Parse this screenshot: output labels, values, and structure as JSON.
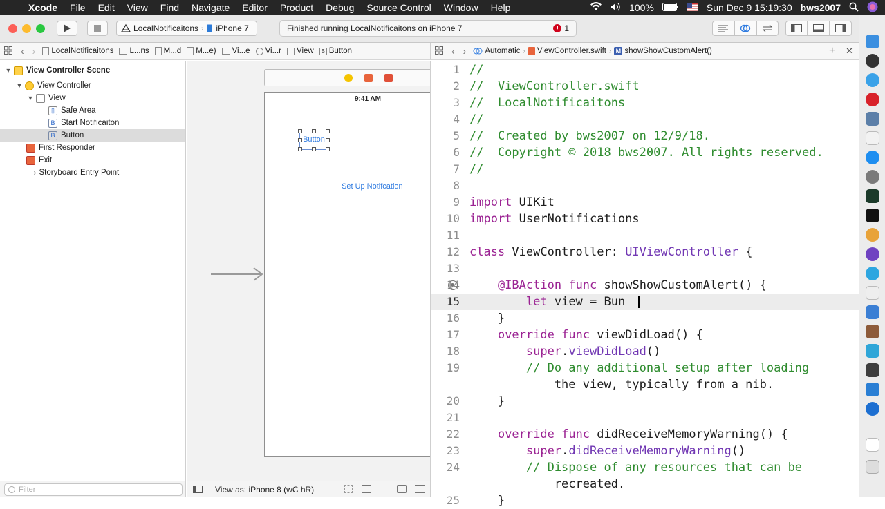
{
  "menubar": {
    "app": "Xcode",
    "items": [
      "File",
      "Edit",
      "View",
      "Find",
      "Navigate",
      "Editor",
      "Product",
      "Debug",
      "Source Control",
      "Window",
      "Help"
    ],
    "battery": "100%",
    "datetime": "Sun Dec 9  15:19:30",
    "user": "bws2007"
  },
  "toolbar": {
    "scheme_project": "LocalNotificaitons",
    "scheme_device": "iPhone 7",
    "activity": "Finished running LocalNotificaitons on iPhone 7",
    "error_count": "1"
  },
  "jumpbar_left": {
    "crumbs": [
      "LocalNotificaitons",
      "L...ns",
      "M...d",
      "M...e)",
      "Vi...e",
      "Vi...r",
      "View",
      "Button"
    ]
  },
  "jumpbar_right": {
    "mode": "Automatic",
    "file": "ViewController.swift",
    "method": "showShowCustomAlert()"
  },
  "outline": {
    "scene": "View Controller Scene",
    "controller": "View Controller",
    "view": "View",
    "safe_area": "Safe Area",
    "start_button": "Start Notificaiton",
    "button": "Button",
    "first_responder": "First Responder",
    "exit": "Exit",
    "entry": "Storyboard Entry Point"
  },
  "filter": {
    "placeholder": "Filter"
  },
  "canvas": {
    "status_time": "9:41 AM",
    "button_label": "Button",
    "setup_label": "Set Up Notifcation",
    "view_as": "View as: iPhone 8 (wC hR)"
  },
  "editor": {
    "current_line": "15",
    "lines": [
      {
        "n": "1",
        "t": "//"
      },
      {
        "n": "2",
        "t": "//  ViewController.swift"
      },
      {
        "n": "3",
        "t": "//  LocalNotificaitons"
      },
      {
        "n": "4",
        "t": "//"
      },
      {
        "n": "5",
        "t": "//  Created by bws2007 on 12/9/18."
      },
      {
        "n": "6",
        "t": "//  Copyright © 2018 bws2007. All rights reserved."
      },
      {
        "n": "7",
        "t": "//"
      },
      {
        "n": "8",
        "t": ""
      },
      {
        "n": "9",
        "t": "import UIKit"
      },
      {
        "n": "10",
        "t": "import UserNotifications"
      },
      {
        "n": "11",
        "t": ""
      },
      {
        "n": "12",
        "t": "class ViewController: UIViewController {"
      },
      {
        "n": "13",
        "t": ""
      },
      {
        "n": "14",
        "t": "    @IBAction func showShowCustomAlert() {"
      },
      {
        "n": "15",
        "t": "        let view = Bun"
      },
      {
        "n": "16",
        "t": "    }"
      },
      {
        "n": "17",
        "t": "    override func viewDidLoad() {"
      },
      {
        "n": "18",
        "t": "        super.viewDidLoad()"
      },
      {
        "n": "19",
        "t": "        // Do any additional setup after loading"
      },
      {
        "n": "",
        "t": "            the view, typically from a nib."
      },
      {
        "n": "20",
        "t": "    }"
      },
      {
        "n": "21",
        "t": ""
      },
      {
        "n": "22",
        "t": "    override func didReceiveMemoryWarning() {"
      },
      {
        "n": "23",
        "t": "        super.didReceiveMemoryWarning()"
      },
      {
        "n": "24",
        "t": "        // Dispose of any resources that can be"
      },
      {
        "n": "",
        "t": "            recreated."
      },
      {
        "n": "25",
        "t": "    }"
      }
    ]
  }
}
